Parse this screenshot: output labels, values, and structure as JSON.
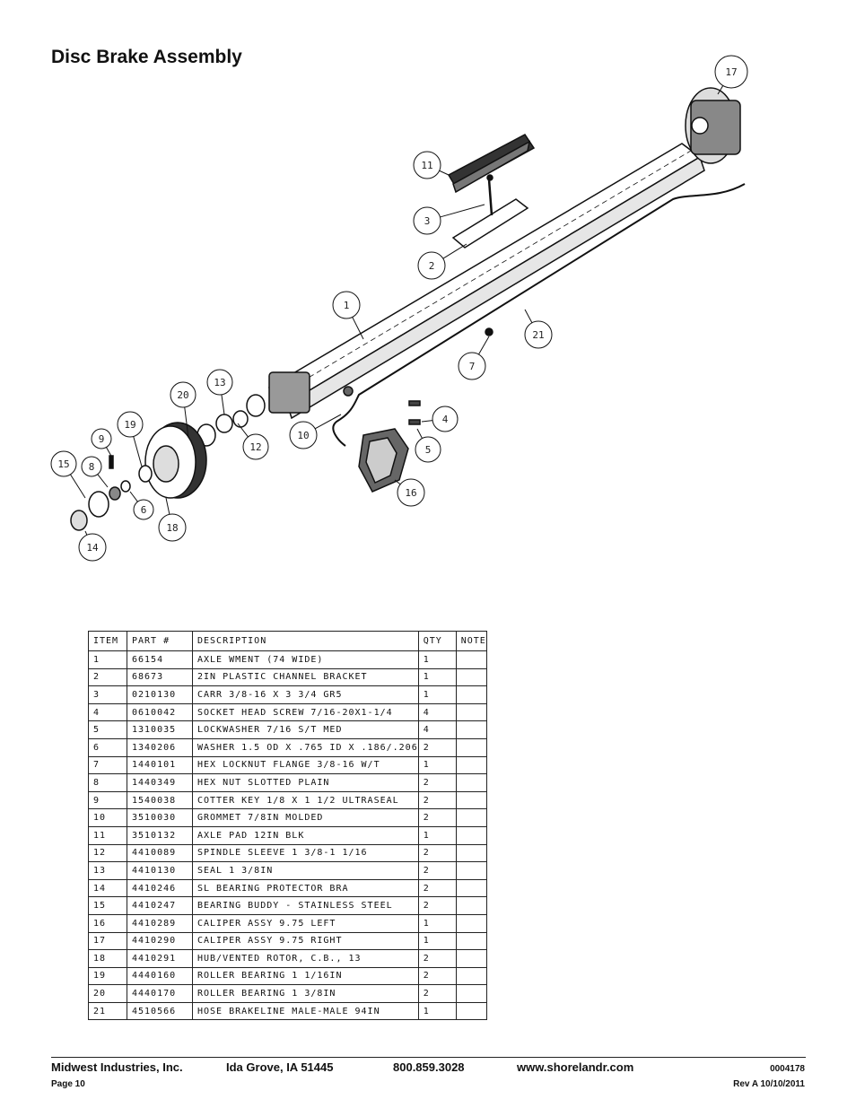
{
  "title": "Disc Brake Assembly",
  "callouts": [
    "17",
    "11",
    "3",
    "2",
    "1",
    "21",
    "7",
    "4",
    "5",
    "10",
    "16",
    "13",
    "20",
    "12",
    "19",
    "9",
    "15",
    "8",
    "6",
    "18",
    "14"
  ],
  "table": {
    "headers": [
      "ITEM",
      "PART #",
      "DESCRIPTION",
      "QTY",
      "NOTE"
    ],
    "rows": [
      [
        "1",
        "66154",
        "AXLE WMENT (74 WIDE)",
        "1",
        ""
      ],
      [
        "2",
        "68673",
        "2IN PLASTIC CHANNEL BRACKET",
        "1",
        ""
      ],
      [
        "3",
        "0210130",
        "CARR 3/8-16 X 3 3/4 GR5",
        "1",
        ""
      ],
      [
        "4",
        "0610042",
        "SOCKET HEAD SCREW 7/16-20X1-1/4",
        "4",
        ""
      ],
      [
        "5",
        "1310035",
        "LOCKWASHER 7/16 S/T MED",
        "4",
        ""
      ],
      [
        "6",
        "1340206",
        "WASHER 1.5 OD X .765 ID X .186/.206",
        "2",
        ""
      ],
      [
        "7",
        "1440101",
        "HEX LOCKNUT FLANGE 3/8-16 W/T",
        "1",
        ""
      ],
      [
        "8",
        "1440349",
        "HEX NUT SLOTTED PLAIN",
        "2",
        ""
      ],
      [
        "9",
        "1540038",
        "COTTER KEY 1/8 X 1 1/2 ULTRASEAL",
        "2",
        ""
      ],
      [
        "10",
        "3510030",
        "GROMMET  7/8IN MOLDED",
        "2",
        ""
      ],
      [
        "11",
        "3510132",
        "AXLE PAD 12IN  BLK",
        "1",
        ""
      ],
      [
        "12",
        "4410089",
        "SPINDLE SLEEVE  1 3/8-1 1/16",
        "2",
        ""
      ],
      [
        "13",
        "4410130",
        "SEAL  1 3/8IN",
        "2",
        ""
      ],
      [
        "14",
        "4410246",
        "SL BEARING PROTECTOR BRA",
        "2",
        ""
      ],
      [
        "15",
        "4410247",
        "BEARING BUDDY - STAINLESS STEEL",
        "2",
        ""
      ],
      [
        "16",
        "4410289",
        "CALIPER ASSY 9.75 LEFT",
        "1",
        ""
      ],
      [
        "17",
        "4410290",
        "CALIPER ASSY 9.75 RIGHT",
        "1",
        ""
      ],
      [
        "18",
        "4410291",
        "HUB/VENTED ROTOR, C.B.,  13",
        "2",
        ""
      ],
      [
        "19",
        "4440160",
        "ROLLER BEARING   1 1/16IN",
        "2",
        ""
      ],
      [
        "20",
        "4440170",
        "ROLLER BEARING   1 3/8IN",
        "2",
        ""
      ],
      [
        "21",
        "4510566",
        "HOSE BRAKELINE MALE-MALE 94IN",
        "1",
        ""
      ]
    ]
  },
  "footer": {
    "company": "Midwest Industries, Inc.",
    "location": "Ida Grove, IA  51445",
    "phone": "800.859.3028",
    "website": "www.shorelandr.com",
    "doc_number": "0004178",
    "page": "Page 10",
    "revision": "Rev A  10/10/2011"
  }
}
